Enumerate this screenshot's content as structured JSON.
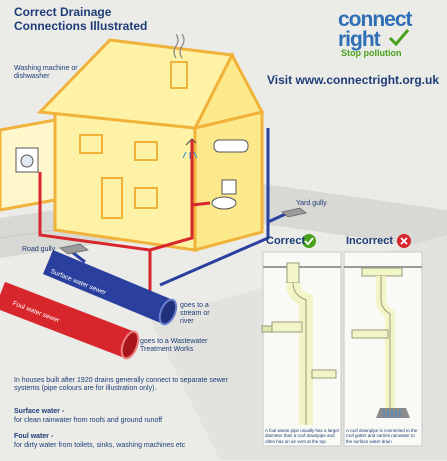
{
  "title": "Correct Drainage Connections Illustrated",
  "logo": {
    "line1": "connect",
    "line2": "right",
    "tagline": "Stop pollution"
  },
  "visit_text": "Visit www.connectright.org.uk",
  "labels": {
    "washing_machine": "Washing machine or dishwasher",
    "road_gully": "Road gully",
    "yard_gully": "Yard gully",
    "surface_water_sewer": "Surface water sewer",
    "foul_water_sewer": "Foul water sewer",
    "goes_stream": "goes to a stream or river",
    "goes_treatment": "goes to a Wastewater Treatment Works"
  },
  "notes": {
    "intro": "In houses built after 1920 drains generally connect to separate sewer systems (pipe colours are for illustration only).",
    "surface_heading": "Surface water -",
    "surface_text": "for clean rainwater from roofs and ground runoff",
    "foul_heading": "Foul water -",
    "foul_text": "for dirty water from toilets, sinks, washing machines etc"
  },
  "panels": {
    "correct_title": "Correct",
    "correct_caption": "A foul waste pipe usually has a larger diameter than a roof downpipe and often has an air vent at the top",
    "incorrect_title": "Incorrect",
    "incorrect_caption": "A roof downpipe is connected to the roof gutter and carries rainwater to the surface water drain"
  },
  "colors": {
    "brand_blue": "#1e3c78",
    "logo_blue": "#2f6fb6",
    "green": "#4aa21c",
    "red": "#d7262c",
    "surface_pipe": "#2a3f9e",
    "house_wall": "#fdf2a6",
    "house_outline": "#f1b23a",
    "pipe_cream": "#f2f5c6"
  }
}
